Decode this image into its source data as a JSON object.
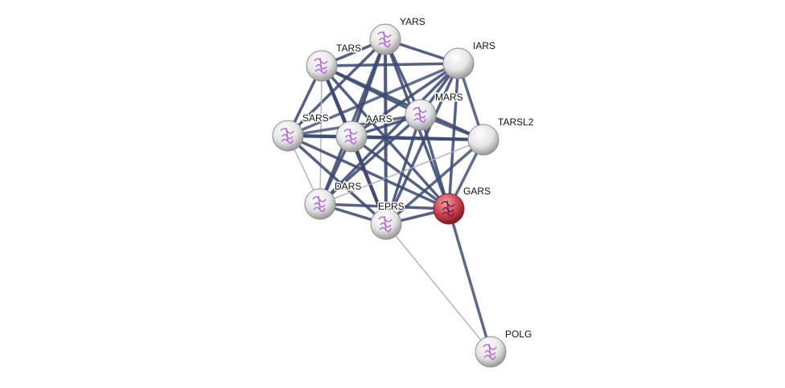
{
  "network": {
    "query_node": "GARS",
    "colors": {
      "edge": "#3c4a72",
      "edge_light": "#a9adc0",
      "node": "#e8e8e8",
      "query_node": "#c8414e",
      "structure": "#b46ad8"
    },
    "nodes": [
      {
        "id": "YARS",
        "label": "YARS",
        "structure": true
      },
      {
        "id": "TARS",
        "label": "TARS",
        "structure": true
      },
      {
        "id": "IARS",
        "label": "IARS",
        "structure": false
      },
      {
        "id": "MARS",
        "label": "MARS",
        "structure": true
      },
      {
        "id": "SARS",
        "label": "SARS",
        "structure": true
      },
      {
        "id": "AARS",
        "label": "AARS",
        "structure": true
      },
      {
        "id": "TARSL2",
        "label": "TARSL2",
        "structure": false
      },
      {
        "id": "DARS",
        "label": "DARS",
        "structure": true
      },
      {
        "id": "GARS",
        "label": "GARS",
        "structure": true
      },
      {
        "id": "EPRS",
        "label": "EPRS",
        "structure": true
      },
      {
        "id": "POLG",
        "label": "POLG",
        "structure": true
      }
    ],
    "edges": [
      [
        "YARS",
        "TARS",
        0.8
      ],
      [
        "YARS",
        "IARS",
        0.8
      ],
      [
        "YARS",
        "MARS",
        0.8
      ],
      [
        "YARS",
        "SARS",
        0.8
      ],
      [
        "YARS",
        "AARS",
        0.9
      ],
      [
        "YARS",
        "DARS",
        0.8
      ],
      [
        "YARS",
        "EPRS",
        0.9
      ],
      [
        "YARS",
        "GARS",
        0.8
      ],
      [
        "TARS",
        "IARS",
        0.8
      ],
      [
        "TARS",
        "MARS",
        0.8
      ],
      [
        "TARS",
        "SARS",
        0.8
      ],
      [
        "TARS",
        "AARS",
        0.9
      ],
      [
        "TARS",
        "DARS",
        0.4
      ],
      [
        "TARS",
        "EPRS",
        0.9
      ],
      [
        "TARS",
        "GARS",
        0.8
      ],
      [
        "TARS",
        "TARSL2",
        0.8
      ],
      [
        "IARS",
        "MARS",
        0.8
      ],
      [
        "IARS",
        "SARS",
        0.6
      ],
      [
        "IARS",
        "AARS",
        0.8
      ],
      [
        "IARS",
        "DARS",
        0.8
      ],
      [
        "IARS",
        "EPRS",
        0.8
      ],
      [
        "IARS",
        "GARS",
        0.8
      ],
      [
        "IARS",
        "TARSL2",
        0.7
      ],
      [
        "MARS",
        "SARS",
        0.6
      ],
      [
        "MARS",
        "AARS",
        0.8
      ],
      [
        "MARS",
        "DARS",
        0.8
      ],
      [
        "MARS",
        "EPRS",
        0.8
      ],
      [
        "MARS",
        "GARS",
        0.8
      ],
      [
        "MARS",
        "TARSL2",
        0.7
      ],
      [
        "SARS",
        "AARS",
        0.9
      ],
      [
        "SARS",
        "TARSL2",
        0.9
      ],
      [
        "SARS",
        "DARS",
        0.3
      ],
      [
        "SARS",
        "EPRS",
        0.8
      ],
      [
        "SARS",
        "GARS",
        0.8
      ],
      [
        "AARS",
        "DARS",
        0.8
      ],
      [
        "AARS",
        "EPRS",
        0.9
      ],
      [
        "AARS",
        "GARS",
        0.8
      ],
      [
        "AARS",
        "TARSL2",
        0.9
      ],
      [
        "TARSL2",
        "DARS",
        0.3
      ],
      [
        "TARSL2",
        "GARS",
        0.7
      ],
      [
        "TARSL2",
        "EPRS",
        0.7
      ],
      [
        "DARS",
        "EPRS",
        0.8
      ],
      [
        "DARS",
        "GARS",
        0.8
      ],
      [
        "GARS",
        "EPRS",
        0.8
      ],
      [
        "GARS",
        "POLG",
        0.7
      ],
      [
        "EPRS",
        "POLG",
        0.25
      ]
    ]
  }
}
